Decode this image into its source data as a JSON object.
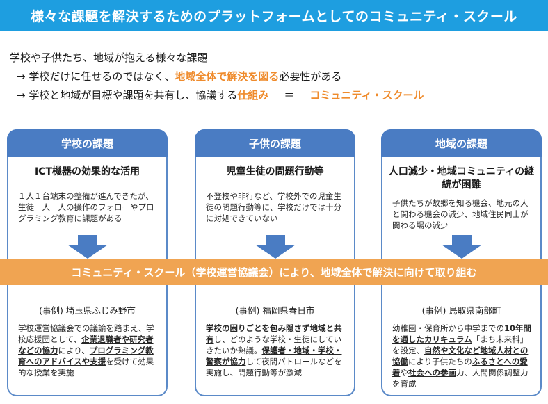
{
  "title": "様々な課題を解決するためのプラットフォームとしてのコミュニティ・スクール",
  "intro": {
    "line1": "学校や子供たち、地域が抱える様々な課題",
    "line2_pre": "→ 学校だけに任せるのではなく、",
    "line2_hl": "地域全体で解決を図る",
    "line2_post": "必要性がある",
    "line3_pre": "→ 学校と地域が目標や課題を共有し、協議する",
    "line3_hl": "仕組み",
    "line3_eq": "＝",
    "line3_cs": "コミュニティ・スクール"
  },
  "columns": [
    {
      "head": "学校の課題",
      "issue_title": "ICT機器の効果的な活用",
      "issue_desc": "１人１台端末の整備が進んできたが、生徒一人一人の操作のフォローやプログラミング教育に課題がある",
      "case_title": "(事例) 埼玉県ふじみ野市",
      "case_segments": [
        {
          "t": "学校運営協議会での議論を踏まえ、学校応援団として、",
          "s": ""
        },
        {
          "t": "企業退職者や研究者などの協力",
          "s": "u"
        },
        {
          "t": "により、",
          "s": ""
        },
        {
          "t": "プログラミング教育へのアドバイスや支援",
          "s": "u"
        },
        {
          "t": "を受けて効果的な授業を実施",
          "s": ""
        }
      ]
    },
    {
      "head": "子供の課題",
      "issue_title": "児童生徒の問題行動等",
      "issue_desc": "不登校や非行など、学校外での児童生徒の問題行動等に、学校だけでは十分に対処できていない",
      "case_title": "(事例) 福岡県春日市",
      "case_segments": [
        {
          "t": "学校の困りごとを包み隠さず地域と共有",
          "s": "u"
        },
        {
          "t": "し、どのような学校・生徒にしていきたいか熟議。",
          "s": ""
        },
        {
          "t": "保護者・地域・学校・警察が協力",
          "s": "u"
        },
        {
          "t": "して夜間パトロールなどを実施し、問題行動等が激減",
          "s": ""
        }
      ]
    },
    {
      "head": "地域の課題",
      "issue_title": "人口減少・地域コミュニティの継続が困難",
      "issue_desc": "子供たちが故郷を知る機会、地元の人と関わる機会の減少、地域住民同士が関わる場の減少",
      "case_title": "(事例) 鳥取県南部町",
      "case_segments": [
        {
          "t": "幼稚園・保育所から中学までの",
          "s": ""
        },
        {
          "t": "10年間を通したカリキュラム",
          "s": "u"
        },
        {
          "t": "「まち未来科」を設定、",
          "s": ""
        },
        {
          "t": "自然や文化など地域人材との協働",
          "s": "u"
        },
        {
          "t": "により子供たちの",
          "s": ""
        },
        {
          "t": "ふるさとへの愛着",
          "s": "u"
        },
        {
          "t": "や",
          "s": ""
        },
        {
          "t": "社会への参画",
          "s": "u"
        },
        {
          "t": "力、人間関係調整力を育成",
          "s": ""
        }
      ]
    }
  ],
  "banner": "コミュニティ・スクール（学校運営協議会）により、地域全体で解決に向けて取り組む",
  "colors": {
    "title_bg": "#1e9ee0",
    "column_head": "#4a7cc3",
    "column_border": "#5b8ac8",
    "arrow": "#4a7cc3",
    "banner_bg": "#f0a452",
    "highlight": "#ef8b2c"
  }
}
